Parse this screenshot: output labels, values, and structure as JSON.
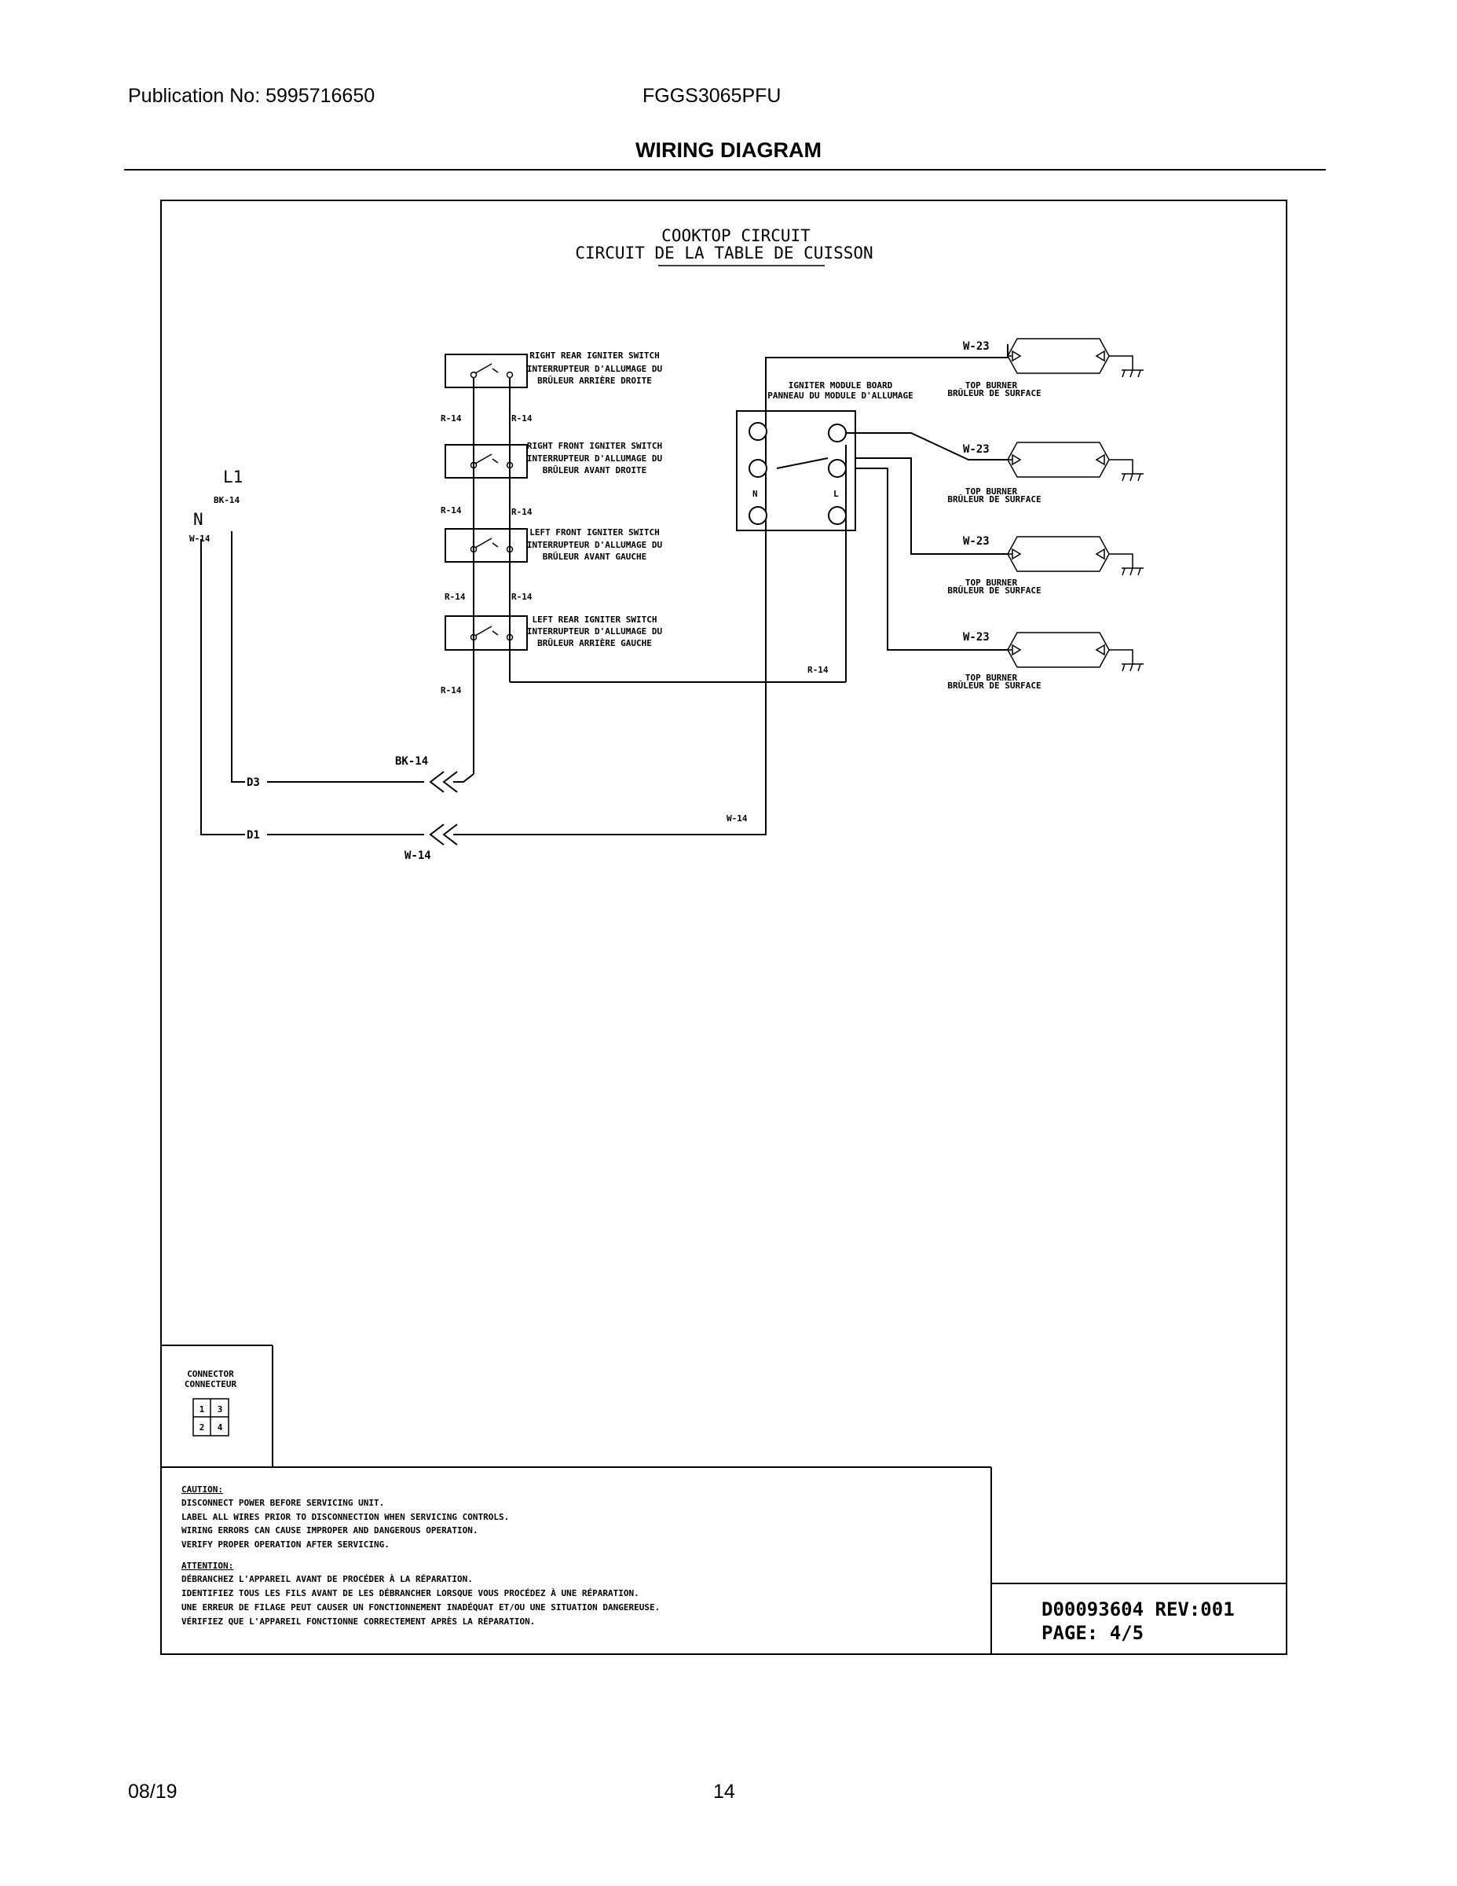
{
  "header": {
    "publication": "Publication No: 5995716650",
    "model": "FGGS3065PFU",
    "section_title": "WIRING DIAGRAM"
  },
  "diagram": {
    "title_line1": "COOKTOP CIRCUIT",
    "title_line2": "CIRCUIT DE LA TABLE DE CUISSON",
    "switches": [
      {
        "en": "RIGHT REAR IGNITER SWITCH",
        "fr1": "INTERRUPTEUR D'ALLUMAGE DU",
        "fr2": "BRÛLEUR ARRIÈRE DROITE"
      },
      {
        "en": "RIGHT FRONT IGNITER SWITCH",
        "fr1": "INTERRUPTEUR D'ALLUMAGE DU",
        "fr2": "BRÛLEUR AVANT DROITE"
      },
      {
        "en": "LEFT FRONT IGNITER SWITCH",
        "fr1": "INTERRUPTEUR D'ALLUMAGE DU",
        "fr2": "BRÛLEUR AVANT GAUCHE"
      },
      {
        "en": "LEFT REAR IGNITER SWITCH",
        "fr1": "INTERRUPTEUR D'ALLUMAGE DU",
        "fr2": "BRÛLEUR ARRIÈRE GAUCHE"
      }
    ],
    "module": {
      "en": "IGNITER MODULE BOARD",
      "fr": "PANNEAU DU MODULE D'ALLUMAGE",
      "n": "N",
      "l": "L"
    },
    "burner": {
      "en": "TOP BURNER",
      "fr": "BRÛLEUR DE SURFACE",
      "wire": "W-23"
    },
    "wires": {
      "r14": "R-14",
      "bk14": "BK-14",
      "w14": "W-14"
    },
    "power": {
      "l1": "L1",
      "n": "N",
      "d3": "D3",
      "d1": "D1"
    },
    "connector": {
      "en": "CONNECTOR",
      "fr": "CONNECTEUR",
      "pins": [
        "1",
        "3",
        "2",
        "4"
      ]
    },
    "caution": {
      "head": "CAUTION:",
      "lines": [
        "DISCONNECT POWER BEFORE SERVICING UNIT.",
        "LABEL ALL WIRES PRIOR TO DISCONNECTION WHEN SERVICING CONTROLS.",
        "WIRING ERRORS CAN CAUSE IMPROPER AND DANGEROUS OPERATION.",
        "VERIFY PROPER OPERATION AFTER SERVICING."
      ]
    },
    "attention": {
      "head": "ATTENTION:",
      "lines": [
        "DÉBRANCHEZ L'APPAREIL AVANT DE PROCÉDER À LA RÉPARATION.",
        "IDENTIFIEZ TOUS LES FILS AVANT DE LES DÉBRANCHER LORSQUE VOUS PROCÉDEZ À UNE RÉPARATION.",
        "UNE ERREUR DE FILAGE PEUT CAUSER UN FONCTIONNEMENT INADÉQUAT ET/OU UNE SITUATION DANGEREUSE.",
        "VÉRIFIEZ QUE L'APPAREIL FONCTIONNE CORRECTEMENT APRÈS LA RÉPARATION."
      ]
    },
    "doc_number": "D00093604 REV:001",
    "page_label": "PAGE: 4/5"
  },
  "footer": {
    "date": "08/19",
    "page": "14"
  }
}
